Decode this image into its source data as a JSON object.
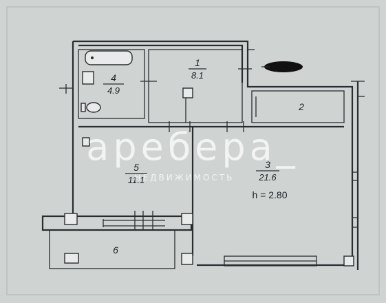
{
  "rooms": [
    {
      "number": "1",
      "area": "8.1"
    },
    {
      "number": "2",
      "area": ""
    },
    {
      "number": "3",
      "area": "21.6"
    },
    {
      "number": "4",
      "area": "4.9"
    },
    {
      "number": "5",
      "area": "11.1"
    },
    {
      "number": "6",
      "area": ""
    }
  ],
  "ceiling_height": "h = 2.80",
  "watermark": {
    "brand": "аребера_",
    "tagline": "НЕДВИЖИМОСТЬ"
  },
  "colors": {
    "paper": "#cfd3d2",
    "ink": "#2a2d30",
    "redaction": "#111111"
  }
}
